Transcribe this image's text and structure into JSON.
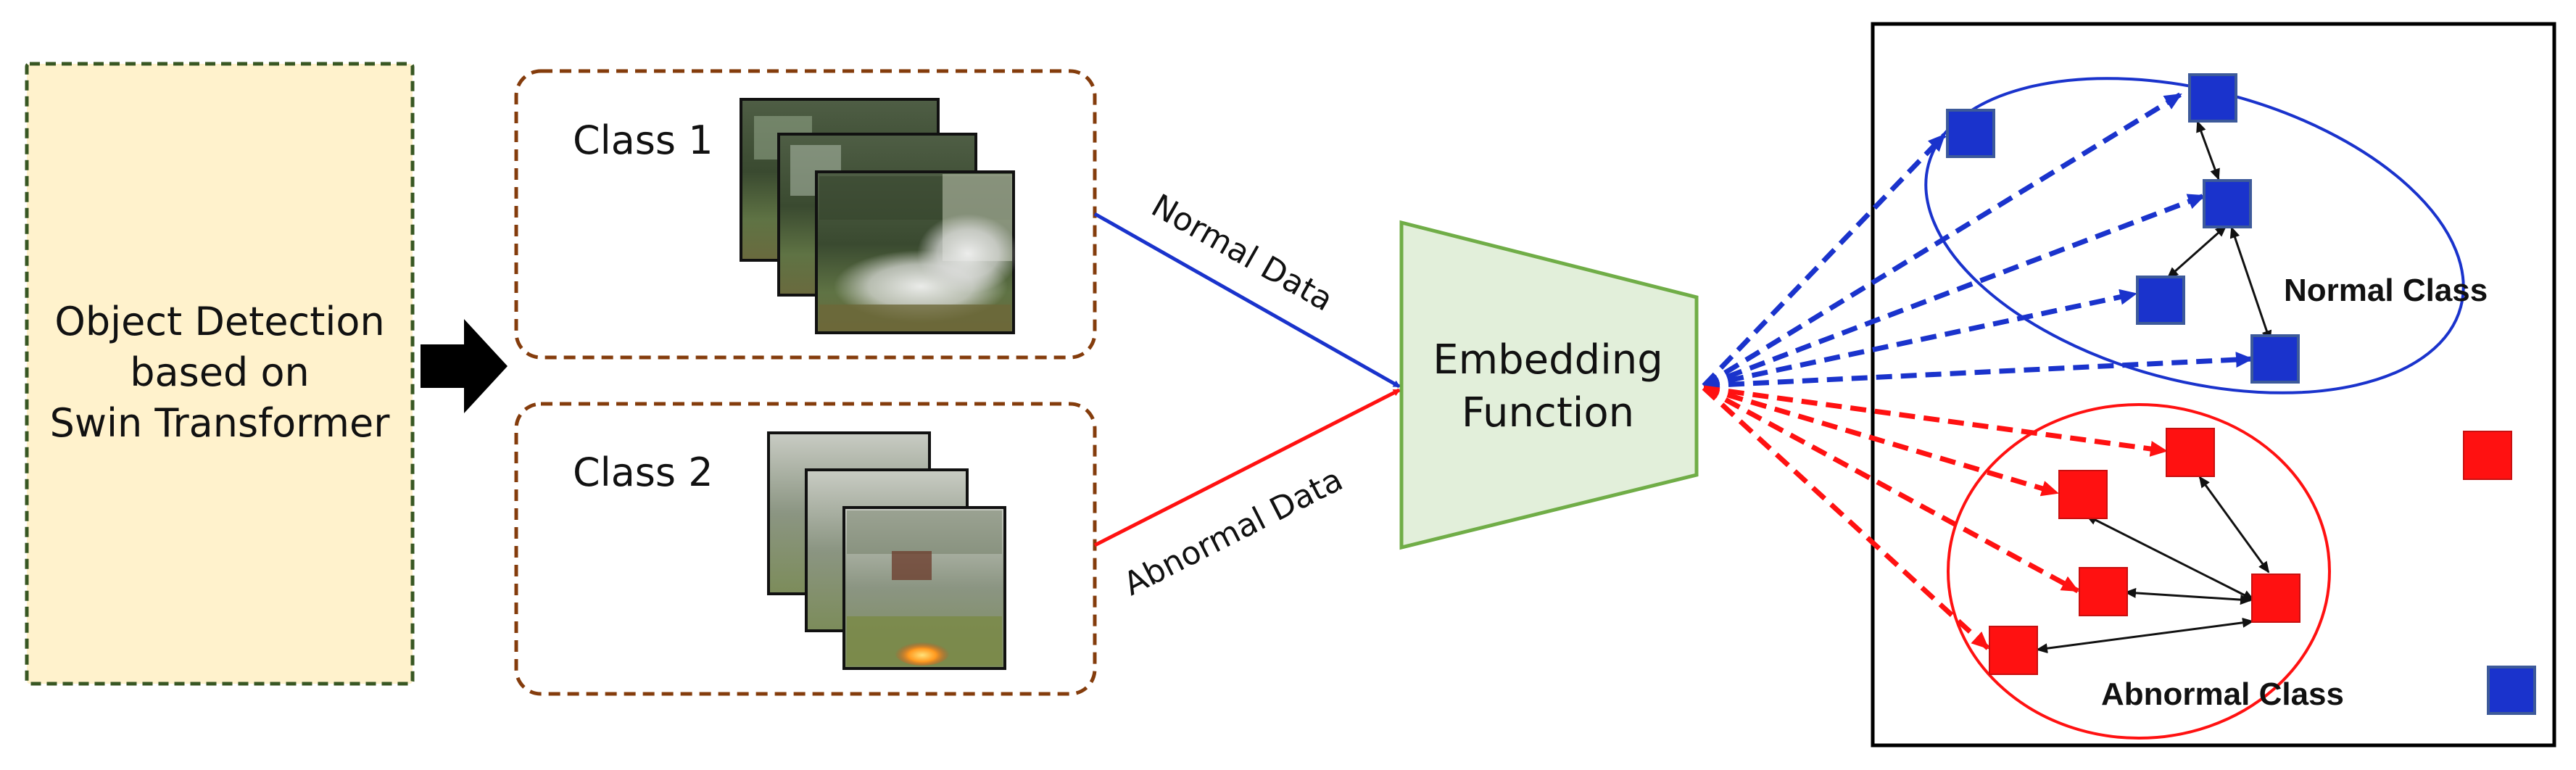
{
  "detector": {
    "lines": [
      "Object Detection",
      "based on",
      "Swin Transformer"
    ]
  },
  "classes": {
    "class1": {
      "label": "Class 1"
    },
    "class2": {
      "label": "Class 2"
    }
  },
  "flows": {
    "normal": {
      "label": "Normal Data"
    },
    "abnormal": {
      "label": "Abnormal Data"
    }
  },
  "embedding": {
    "lines": [
      "Embedding",
      "Function"
    ]
  },
  "embedding_space": {
    "normal_class_label": "Normal Class",
    "abnormal_class_label": "Abnormal Class"
  },
  "colors": {
    "normal": "#1a33cc",
    "abnormal": "#ff1111",
    "detector_fill": "#fff2cc",
    "detector_border": "#385723",
    "class_border": "#843c0c",
    "embedding_fill": "#e2efda",
    "embedding_border": "#70ad47"
  }
}
